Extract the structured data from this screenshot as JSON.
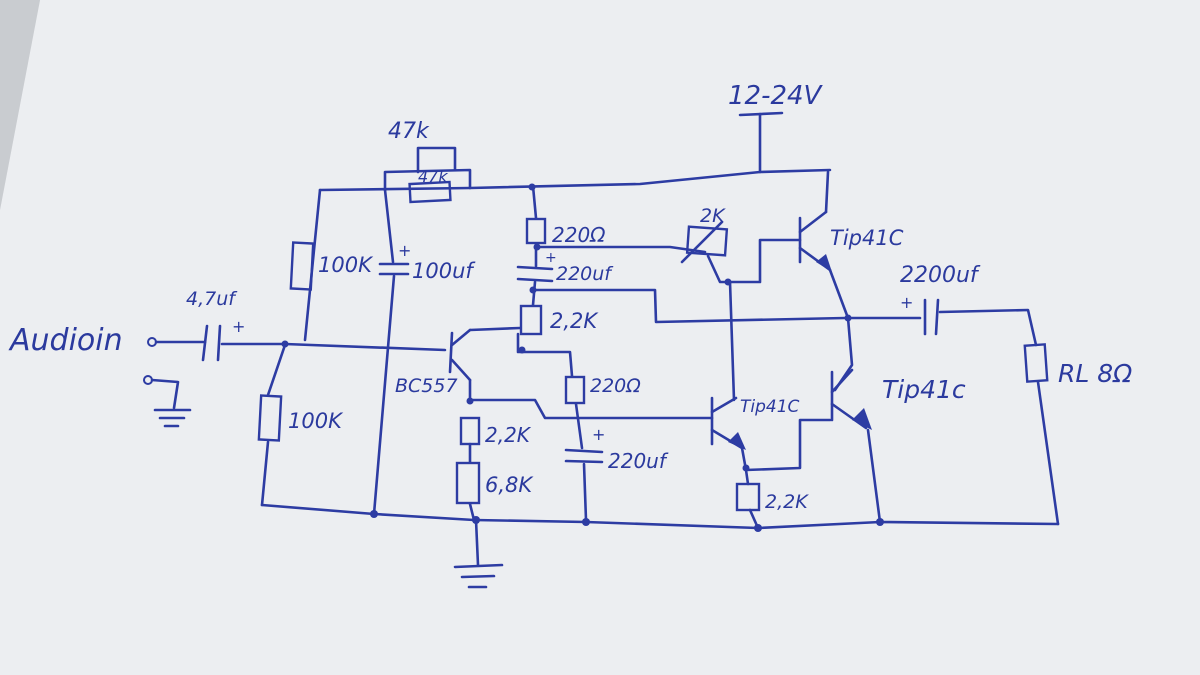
{
  "labels": {
    "supply": "12-24V",
    "audio_in": "Audioin",
    "c_in": "4,7uf",
    "pot_top": "47k",
    "pot": "47k",
    "r_bias_top": "100K",
    "r_bias_bottom": "100K",
    "c_decouple": "100uf",
    "r_220_top": "220Ω",
    "c_220_top": "220uf",
    "r_22_mid": "2,2K",
    "r_220_mid": "220Ω",
    "c_220_mid": "220uf",
    "q1": "BC557",
    "r_22_emitter": "2,2K",
    "r_68": "6,8K",
    "pot_2k": "2K",
    "q_top": "Tip41C",
    "q_driver": "Tip41C",
    "q_out": "Tip41c",
    "r_22_driver": "2,2K",
    "c_out": "2200uf",
    "load": "RL 8Ω",
    "plus_1": "+",
    "plus_2": "+",
    "plus_3": "+",
    "plus_4": "+",
    "plus_5": "+"
  },
  "colors": {
    "ink": "#2d3ca3",
    "paper": "#e6e8eb"
  }
}
